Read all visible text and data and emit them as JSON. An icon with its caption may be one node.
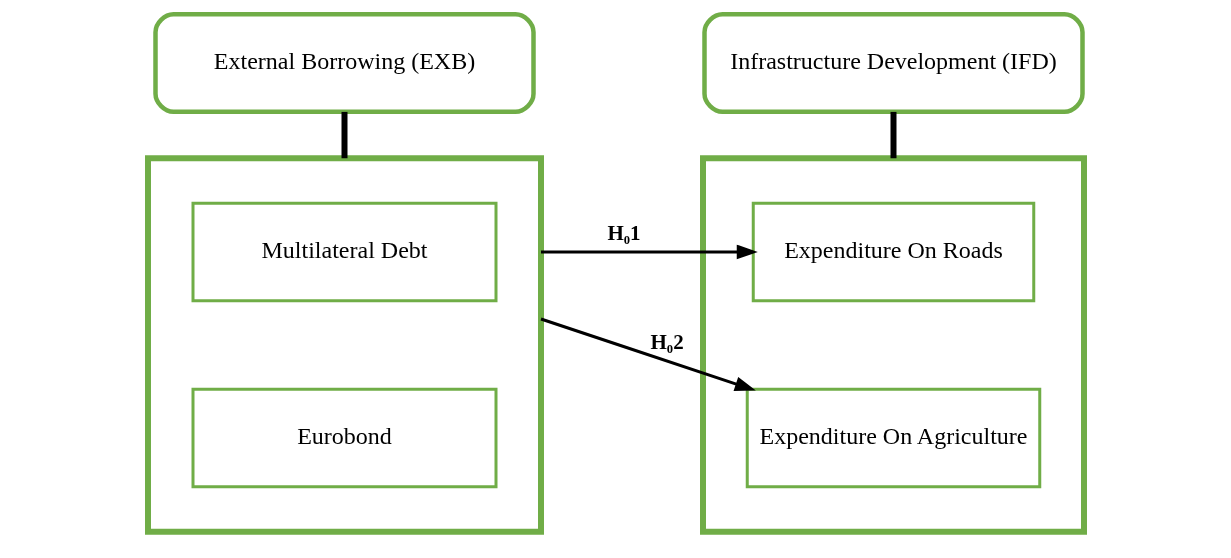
{
  "diagram": {
    "nodes": [
      {
        "text": [
          "External Borrowing (EXB)"
        ]
      },
      {
        "text": [],
        "shape": "box"
      },
      {
        "text": [
          "Multilateral Debt"
        ],
        "in": 1
      },
      {
        "text": [
          "Eurobond"
        ],
        "in": 1
      },
      {
        "text": [
          "Infrastructure Development (IFD)"
        ]
      },
      {
        "text": [],
        "shape": "box"
      },
      {
        "text": [
          "Expenditure On Roads"
        ],
        "in": 5
      },
      {
        "text": [
          "Expenditure On Agriculture"
        ],
        "in": 5
      }
    ],
    "edges": [
      {
        "from": 0,
        "to": 1,
        "arrow": "none",
        "style": "thick"
      },
      {
        "from": 4,
        "to": 5,
        "arrow": "none",
        "style": "thick"
      },
      {
        "from": 1,
        "to": 6,
        "arrow": "to",
        "label": "H₀1"
      },
      {
        "from": 1,
        "to": 7,
        "arrow": "to",
        "label": "H₀2"
      }
    ]
  }
}
